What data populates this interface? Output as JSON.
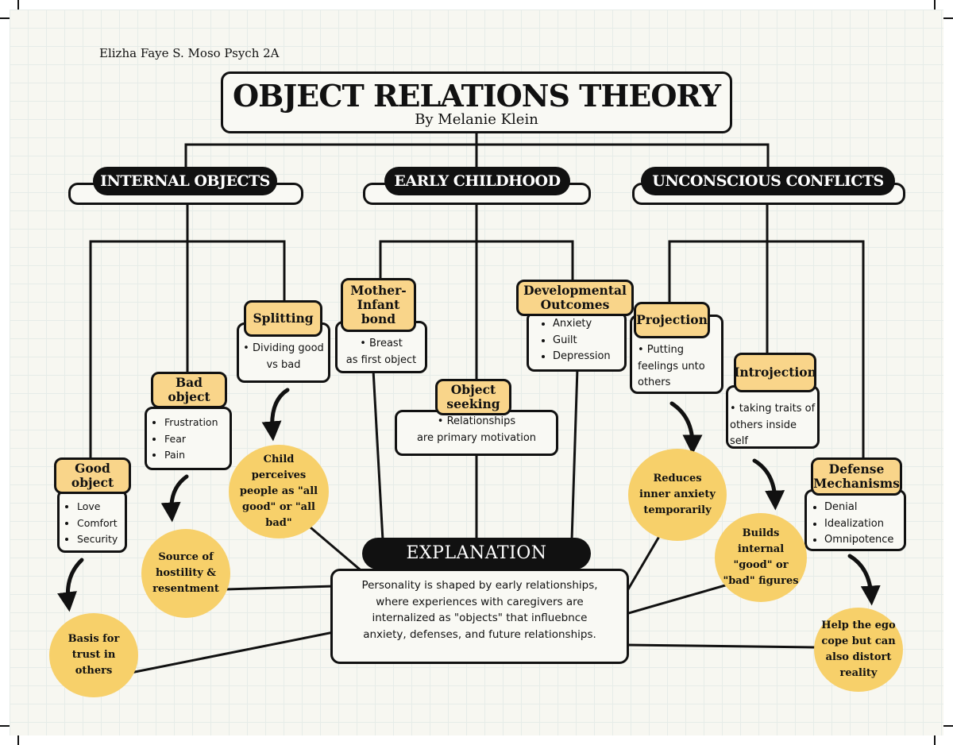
{
  "author": "Elizha Faye S. Moso Psych 2A",
  "title": "OBJECT RELATIONS THEORY",
  "subtitle": "By Melanie Klein",
  "colors": {
    "label_fill": "#f9d58a",
    "circle_fill": "#f7d06a",
    "ink": "#111111",
    "paper": "#f7f7f1"
  },
  "categories": {
    "internal": "INTERNAL OBJECTS",
    "early": "EARLY CHILDHOOD",
    "unconscious": "UNCONSCIOUS CONFLICTS"
  },
  "nodes": {
    "good_object": {
      "label": "Good object",
      "items": [
        "Love",
        "Comfort",
        "Security"
      ],
      "outcome": "Basis for trust in others"
    },
    "bad_object": {
      "label": "Bad object",
      "items": [
        "Frustration",
        "Fear",
        "Pain"
      ],
      "outcome": "Source of hostility & resentment"
    },
    "splitting": {
      "label": "Splitting",
      "description": "• Dividing good vs bad",
      "outcome": "Child perceives people as \"all good\" or \"all bad\""
    },
    "mother_infant": {
      "label": "Mother-Infant bond",
      "description_line1": "• Breast",
      "description_line2": "as first object"
    },
    "object_seeking": {
      "label": "Object seeking",
      "description_line1": "• Relationships",
      "description_line2": "are primary motivation"
    },
    "developmental": {
      "label": "Developmental Outcomes",
      "items": [
        "Anxiety",
        "Guilt",
        "Depression"
      ]
    },
    "projection": {
      "label": "Projection",
      "description": "• Putting feelings unto others",
      "outcome": "Reduces inner anxiety temporarily"
    },
    "introjection": {
      "label": "Introjection",
      "description": "• taking traits of others inside self",
      "outcome": "Builds internal \"good\" or \"bad\" figures"
    },
    "defense": {
      "label": "Defense Mechanisms",
      "items": [
        "Denial",
        "Idealization",
        "Omnipotence"
      ],
      "outcome": "Help the ego cope but can also distort reality"
    }
  },
  "explanation": {
    "heading": "EXPLANATION",
    "text": "Personality is shaped by early relationships, where experiences with caregivers are internalized as \"objects\" that influebnce anxiety, defenses, and future relationships."
  }
}
